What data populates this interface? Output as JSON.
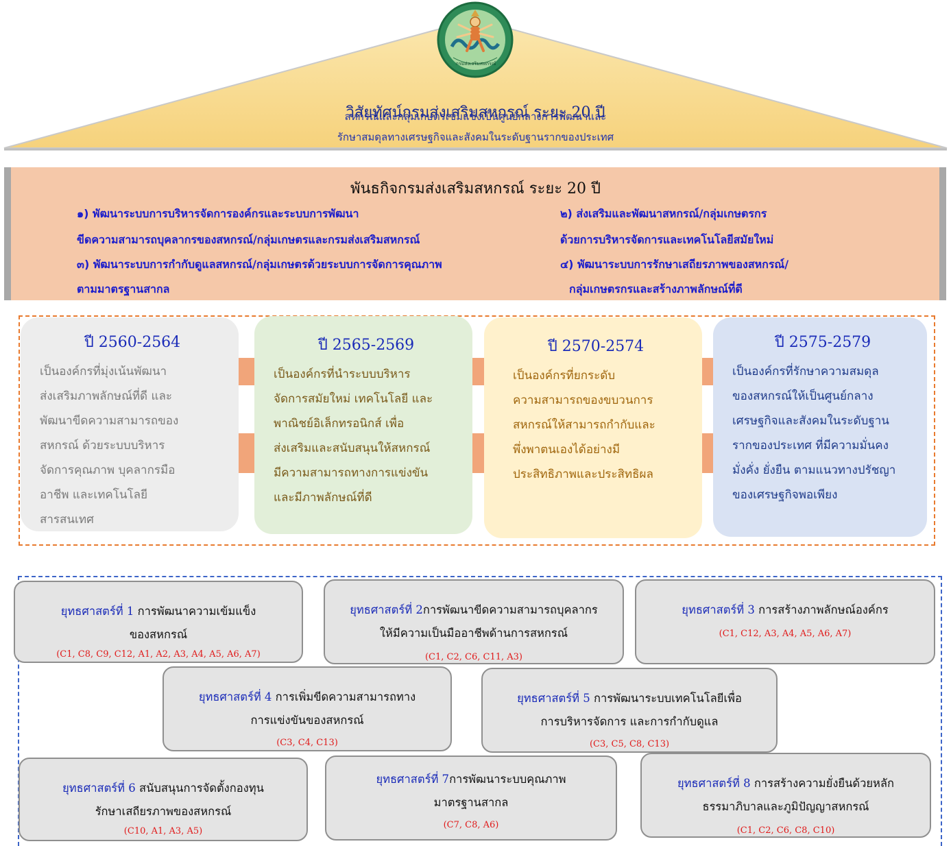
{
  "colors": {
    "roof_fill": "#f7d98a",
    "mission_fill": "#f5c8a9",
    "period_colors": [
      "#ededed",
      "#e2efd9",
      "#fff1cc",
      "#d9e2f3"
    ],
    "title_blue": "#1a2bb8",
    "code_red": "#e01a1a"
  },
  "emblem": {
    "icon": "deity-emblem-icon",
    "seal_text": "กรมส่งเสริมสหกรณ์"
  },
  "vision": {
    "title": "วิสัยทัศน์กรมส่งเสริมสหกรณ์ ระยะ 20 ปี",
    "line1": "สหกรณ์และกลุ่มเกษตรเข้มแข็งเป็นศูนย์กลางการพัฒนาและ",
    "line2": "รักษาสมดุลทางเศรษฐกิจและสังคมในระดับฐานรากของประเทศ"
  },
  "mission": {
    "title": "พันธกิจกรมส่งเสริมสหกรณ์ ระยะ 20 ปี",
    "items": [
      {
        "line1": "๑) พัฒนาระบบการบริหารจัดการองค์กรและระบบการพัฒนา",
        "line2": "ขีดความสามารถบุคลากรของสหกรณ์/กลุ่มเกษตรและกรมส่งเสริมสหกรณ์"
      },
      {
        "line1": "๒) ส่งเสริมและพัฒนาสหกรณ์/กลุ่มเกษตรกร",
        "line2": "ด้วยการบริหารจัดการและเทคโนโลยีสมัยใหม่"
      },
      {
        "line1": "๓) พัฒนาระบบการกำกับดูแลสหกรณ์/กลุ่มเกษตรด้วยระบบการจัดการคุณภาพ",
        "line2": "ตามมาตรฐานสากล"
      },
      {
        "line1": "๔) พัฒนาระบบการรักษาเสถียรภาพของสหกรณ์/",
        "line2": "กลุ่มเกษตรกรและสร้างภาพลักษณ์ที่ดี"
      }
    ]
  },
  "periods": [
    {
      "year": "ปี 2560-2564",
      "lines": [
        "เป็นองค์กรที่มุ่งเน้นพัฒนา",
        "ส่งเสริมภาพลักษณ์ที่ดี และ",
        "พัฒนาขีดความสามารถของ",
        "สหกรณ์ ด้วยระบบบริหาร",
        "จัดการคุณภาพ บุคลากรมือ",
        "อาชีพ และเทคโนโลยี",
        "สารสนเทศ"
      ]
    },
    {
      "year": "ปี 2565-2569",
      "lines": [
        "เป็นองค์กรที่นำระบบบริหาร",
        "จัดการสมัยใหม่ เทคโนโลยี และ",
        "พาณิชย์อิเล็กทรอนิกส์ เพื่อ",
        "ส่งเสริมและสนับสนุนให้สหกรณ์",
        "มีความสามารถทางการแข่งขัน",
        "และมีภาพลักษณ์ที่ดี"
      ]
    },
    {
      "year": "ปี 2570-2574",
      "lines": [
        "เป็นองค์กรที่ยกระดับ",
        "ความสามารถของขบวนการ",
        "สหกรณ์ให้สามารถกำกับและ",
        "พึ่งพาตนเองได้อย่างมี",
        "ประสิทธิภาพและประสิทธิผล"
      ]
    },
    {
      "year": "ปี 2575-2579",
      "lines": [
        "เป็นองค์กรที่รักษาความสมดุล",
        "ของสหกรณ์ให้เป็นศูนย์กลาง",
        "เศรษฐกิจและสังคมในระดับฐาน",
        "รากของประเทศ ที่มีความมั่นคง",
        "มั่งคั่ง ยั่งยืน ตามแนวทางปรัชญา",
        "ของเศรษฐกิจพอเพียง"
      ]
    }
  ],
  "strategies": [
    {
      "label": "ยุทธศาสตร์ที่ 1",
      "text1": " การพัฒนาความเข้มแข็ง",
      "text2": "ของสหกรณ์",
      "codes": "(C1, C8, C9, C12, A1, A2, A3, A4, A5, A6, A7)"
    },
    {
      "label": "ยุทธศาสตร์ที่ 2",
      "text1": "การพัฒนาขีดความสามารถบุคลากร",
      "text2": "ให้มีความเป็นมืออาชีพด้านการสหกรณ์",
      "codes": "(C1, C2, C6, C11, A3)"
    },
    {
      "label": "ยุทธศาสตร์ที่ 3",
      "text1": " การสร้างภาพลักษณ์องค์กร",
      "text2": "",
      "codes": "(C1, C12, A3, A4, A5, A6, A7)"
    },
    {
      "label": "ยุทธศาสตร์ที่ 4",
      "text1": " การเพิ่มขีดความสามารถทาง",
      "text2": "การแข่งขันของสหกรณ์",
      "codes": "(C3, C4, C13)"
    },
    {
      "label": "ยุทธศาสตร์ที่ 5",
      "text1": " การพัฒนาระบบเทคโนโลยีเพื่อ",
      "text2": "การบริหารจัดการ และการกำกับดูแล",
      "codes": "(C3, C5, C8, C13)"
    },
    {
      "label": "ยุทธศาสตร์ที่ 6",
      "text1": " สนับสนุนการจัดตั้งกองทุน",
      "text2": "รักษาเสถียรภาพของสหกรณ์",
      "codes": "(C10, A1, A3, A5)"
    },
    {
      "label": "ยุทธศาสตร์ที่ 7",
      "text1": "การพัฒนาระบบคุณภาพ",
      "text2": "มาตรฐานสากล",
      "codes": "(C7, C8, A6)"
    },
    {
      "label": "ยุทธศาสตร์ที่ 8",
      "text1": " การสร้างความยั่งยืนด้วยหลัก",
      "text2": "ธรรมาภิบาลและภูมิปัญญาสหกรณ์",
      "codes": "(C1, C2, C6, C8, C10)"
    }
  ]
}
